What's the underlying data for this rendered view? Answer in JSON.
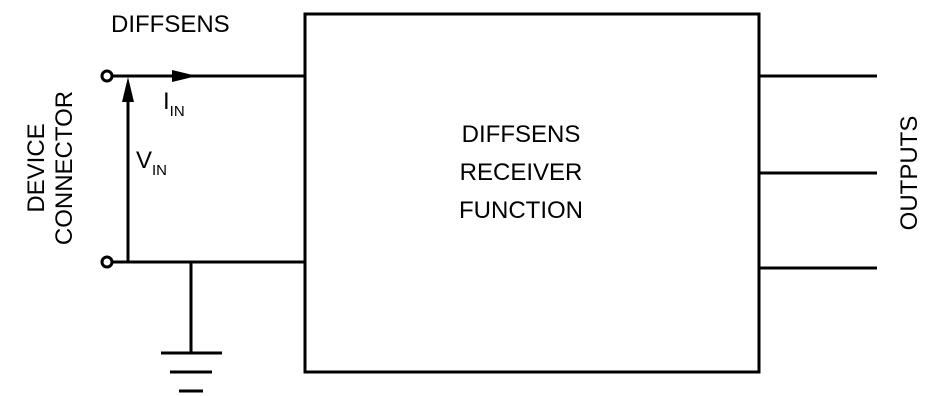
{
  "labels": {
    "top_signal": "DIFFSENS",
    "side_left_line1": "DEVICE",
    "side_left_line2": "CONNECTOR",
    "current": {
      "main": "I",
      "sub": "IN"
    },
    "voltage": {
      "main": "V",
      "sub": "IN"
    },
    "block_line1": "DIFFSENS",
    "block_line2": "RECEIVER",
    "block_line3": "FUNCTION",
    "side_right": "OUTPUTS"
  },
  "colors": {
    "line": "#000000",
    "background": "#ffffff"
  },
  "icons": {
    "terminal": "open-circle-terminal-icon",
    "ground": "ground-symbol-icon",
    "arrow": "arrowhead-icon"
  }
}
